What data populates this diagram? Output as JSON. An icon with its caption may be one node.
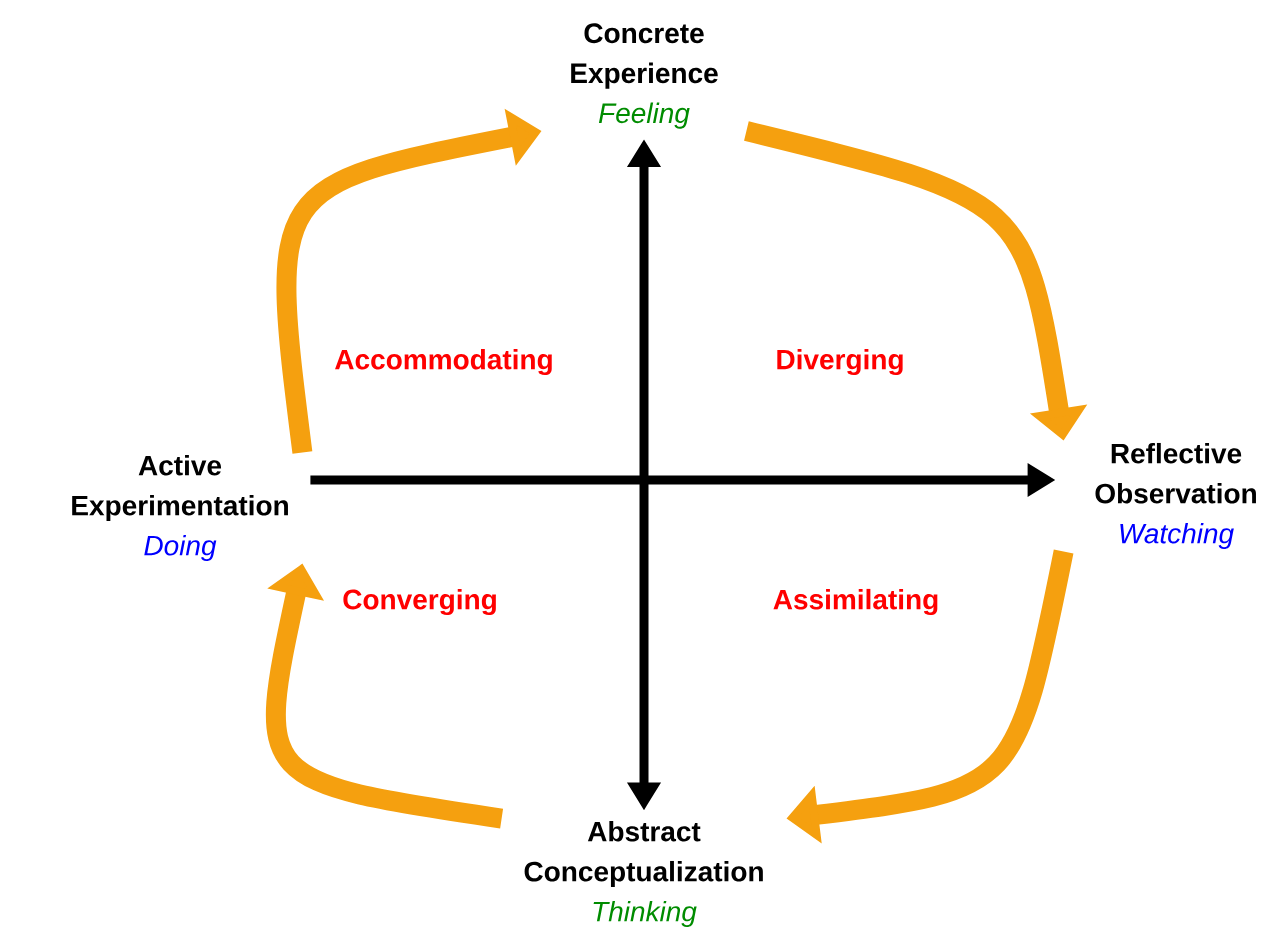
{
  "diagram": {
    "nodes": [
      {
        "text": [
          "Concrete Experience",
          "Feeling"
        ]
      },
      {
        "text": [
          "Reflective Observation",
          "Watching"
        ]
      },
      {
        "text": [
          "Abstract Conceptualization",
          "Thinking"
        ]
      },
      {
        "text": [
          "Active Experimentation",
          "Doing"
        ]
      }
    ],
    "edges": [
      {
        "from": 0,
        "to": 1,
        "arrow": "to",
        "color": "#f5a00f"
      },
      {
        "from": 1,
        "to": 2,
        "arrow": "to",
        "color": "#f5a00f"
      },
      {
        "from": 2,
        "to": 3,
        "arrow": "to",
        "color": "#f5a00f"
      },
      {
        "from": 3,
        "to": 0,
        "arrow": "to",
        "color": "#f5a00f"
      },
      {
        "from": 2,
        "to": 0,
        "arrow": "both",
        "color": "#000000"
      },
      {
        "from": 3,
        "to": 1,
        "arrow": "to",
        "color": "#000000"
      }
    ],
    "labels": [
      "Accommodating",
      "Diverging",
      "Converging",
      "Assimilating"
    ]
  }
}
